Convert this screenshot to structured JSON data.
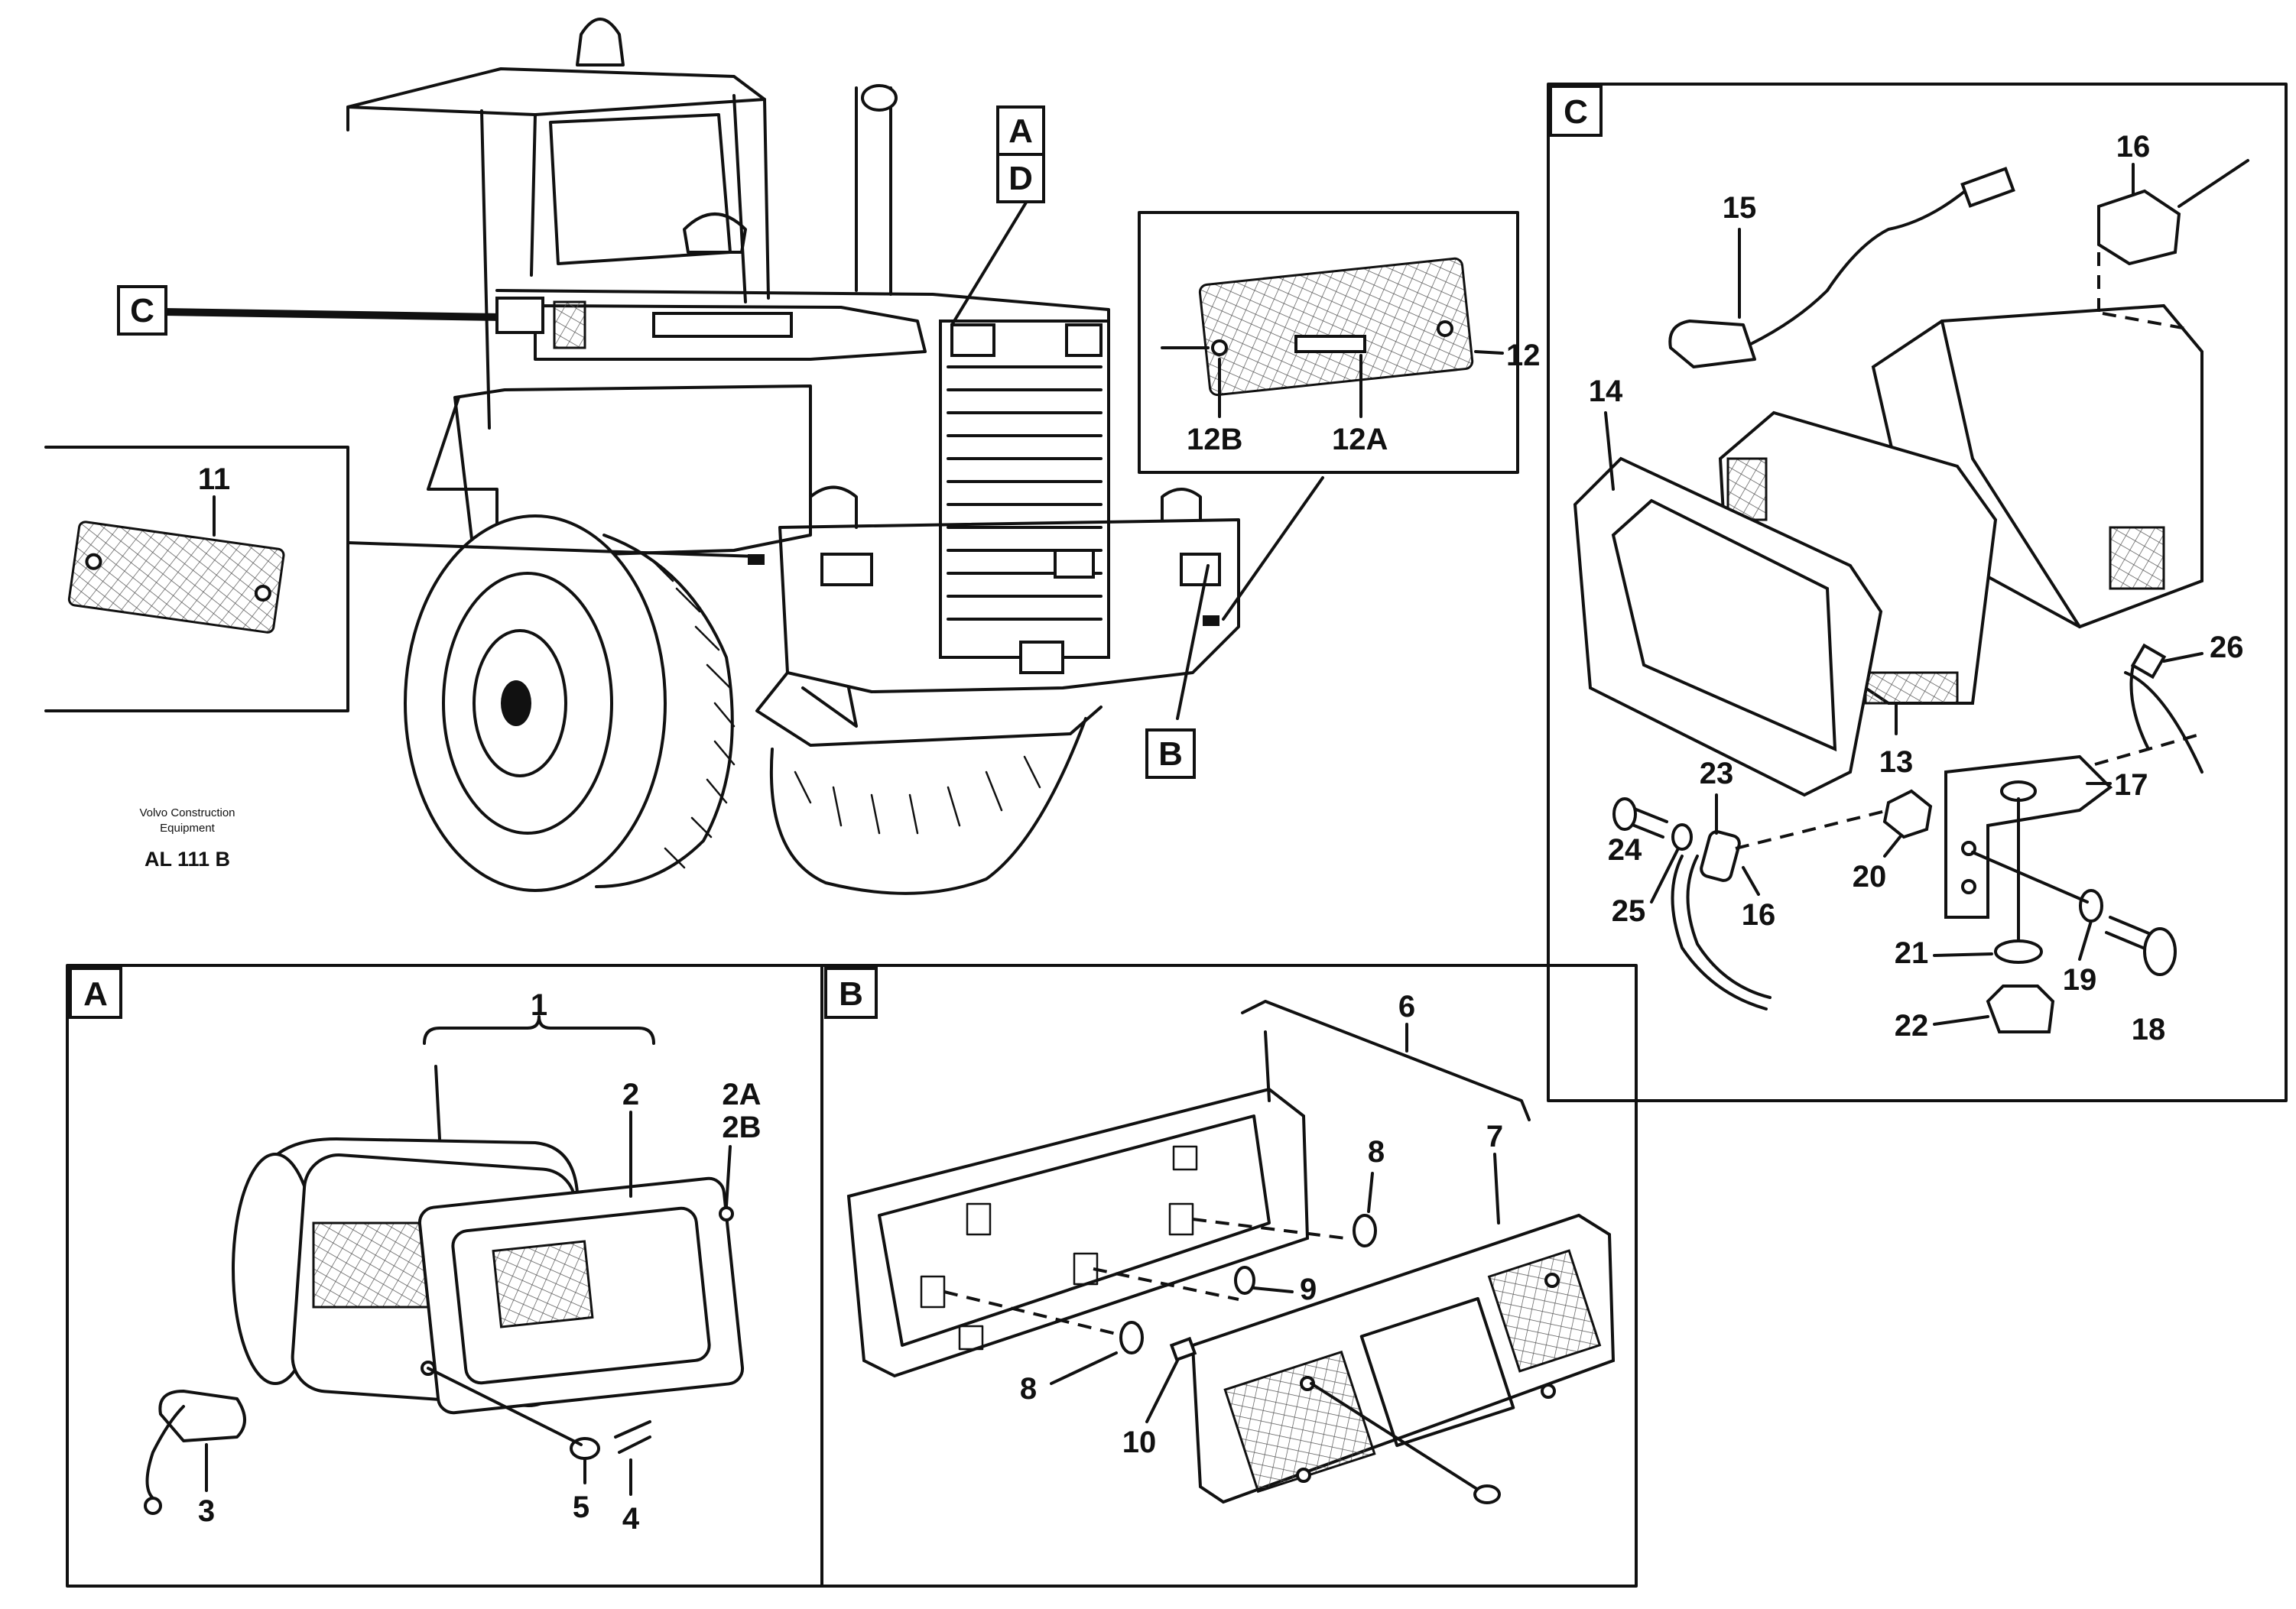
{
  "footer": {
    "brand_line1": "Volvo Construction",
    "brand_line2": "Equipment",
    "code": "AL 111 B"
  },
  "overview": {
    "ref_A": "A",
    "ref_D": "D",
    "ref_C": "C",
    "ref_B": "B",
    "item_11": "11",
    "item_12": "12",
    "item_12A": "12A",
    "item_12B": "12B"
  },
  "panel_A": {
    "label": "A",
    "items": [
      "1",
      "2",
      "2A",
      "2B",
      "3",
      "4",
      "5"
    ]
  },
  "panel_B": {
    "label": "B",
    "items": [
      "6",
      "7",
      "8",
      "9",
      "8",
      "10"
    ]
  },
  "panel_C": {
    "label": "C",
    "items": [
      "16",
      "15",
      "14",
      "13",
      "26",
      "23",
      "17",
      "24",
      "25",
      "16",
      "20",
      "21",
      "19",
      "18",
      "22"
    ]
  }
}
